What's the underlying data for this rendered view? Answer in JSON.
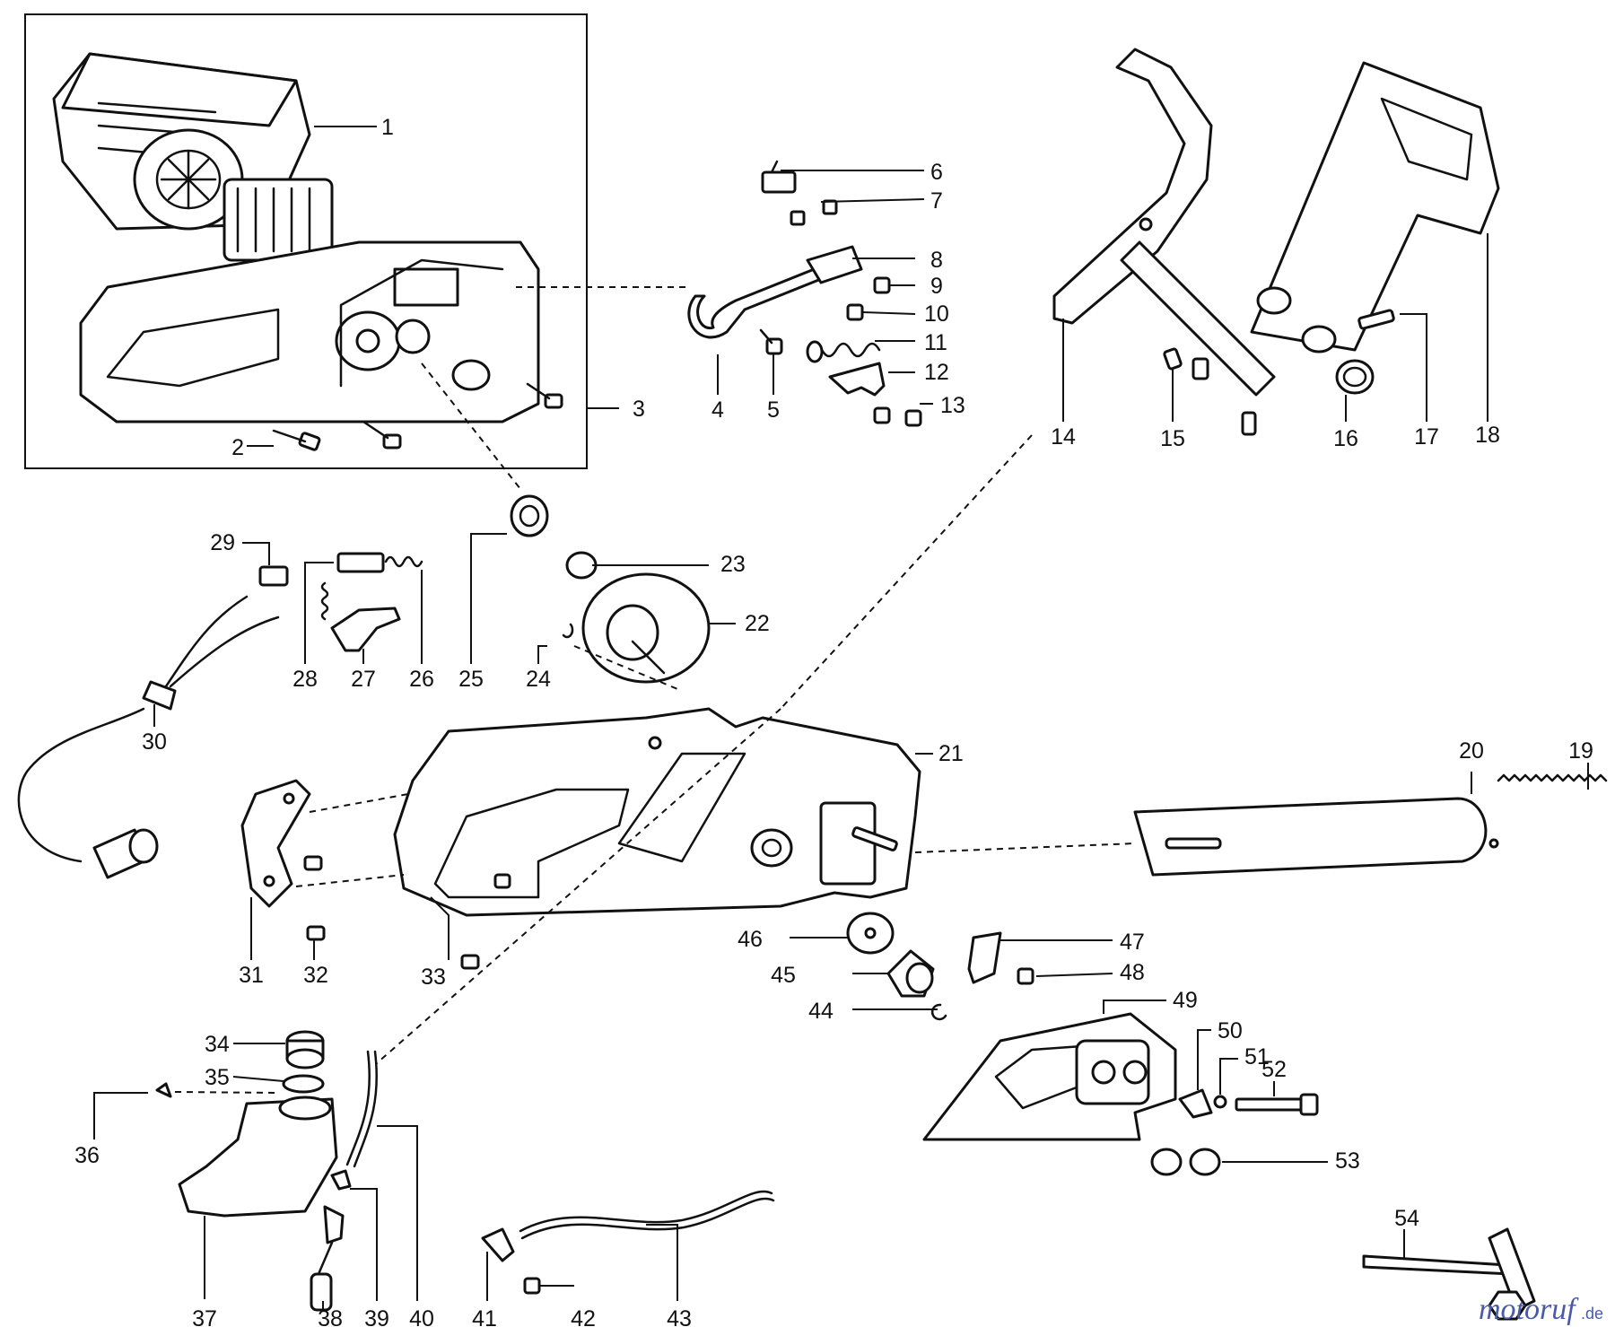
{
  "callouts": [
    {
      "n": "1"
    },
    {
      "n": "2"
    },
    {
      "n": "3"
    },
    {
      "n": "4"
    },
    {
      "n": "5"
    },
    {
      "n": "6"
    },
    {
      "n": "7"
    },
    {
      "n": "8"
    },
    {
      "n": "9"
    },
    {
      "n": "10"
    },
    {
      "n": "11"
    },
    {
      "n": "12"
    },
    {
      "n": "13"
    },
    {
      "n": "14"
    },
    {
      "n": "15"
    },
    {
      "n": "16"
    },
    {
      "n": "17"
    },
    {
      "n": "18"
    },
    {
      "n": "19"
    },
    {
      "n": "20"
    },
    {
      "n": "21"
    },
    {
      "n": "22"
    },
    {
      "n": "23"
    },
    {
      "n": "24"
    },
    {
      "n": "25"
    },
    {
      "n": "26"
    },
    {
      "n": "27"
    },
    {
      "n": "28"
    },
    {
      "n": "29"
    },
    {
      "n": "30"
    },
    {
      "n": "31"
    },
    {
      "n": "32"
    },
    {
      "n": "33"
    },
    {
      "n": "34"
    },
    {
      "n": "35"
    },
    {
      "n": "36"
    },
    {
      "n": "37"
    },
    {
      "n": "38"
    },
    {
      "n": "39"
    },
    {
      "n": "40"
    },
    {
      "n": "41"
    },
    {
      "n": "42"
    },
    {
      "n": "43"
    },
    {
      "n": "44"
    },
    {
      "n": "45"
    },
    {
      "n": "46"
    },
    {
      "n": "47"
    },
    {
      "n": "48"
    },
    {
      "n": "49"
    },
    {
      "n": "50"
    },
    {
      "n": "51"
    },
    {
      "n": "52"
    },
    {
      "n": "53"
    },
    {
      "n": "54"
    }
  ],
  "watermark": {
    "brand": "motoruf",
    "suffix": ".de",
    "color": "#4a5aa8"
  },
  "colors": {
    "line": "#111111",
    "background": "#ffffff"
  }
}
